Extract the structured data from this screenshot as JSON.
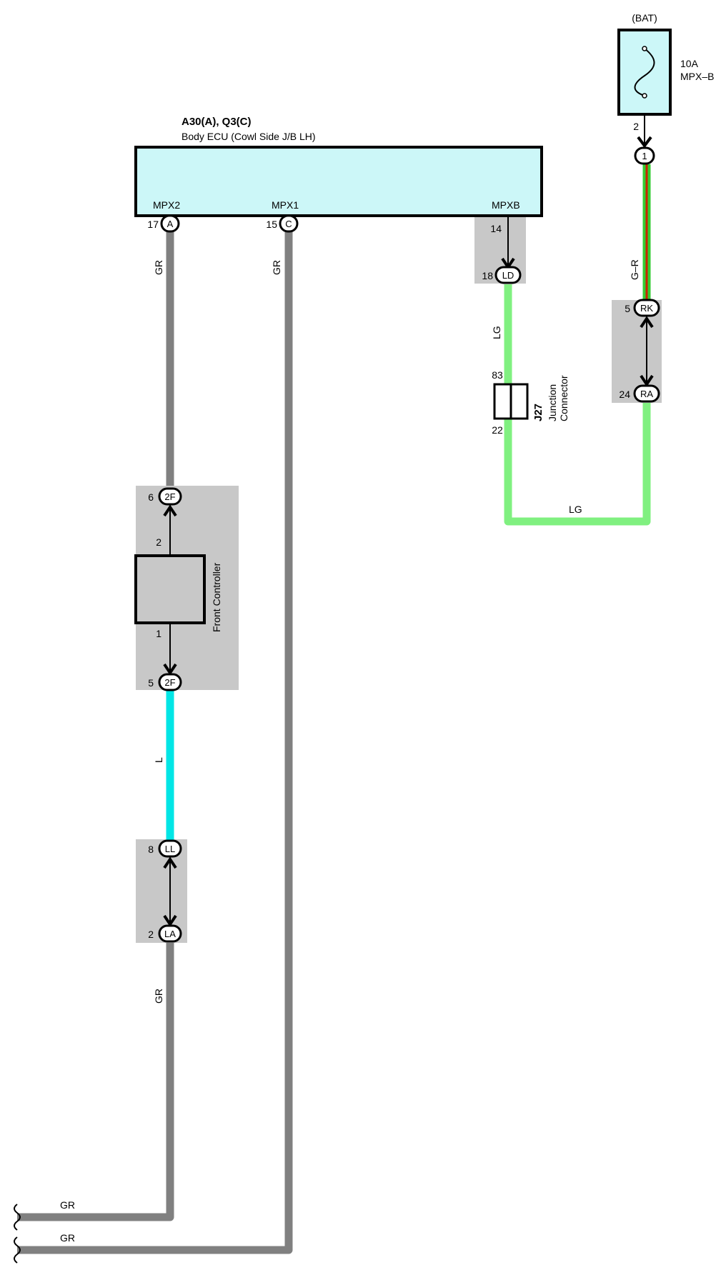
{
  "diagram": {
    "body_ecu": {
      "connector_codes": "A30(A), Q3(C)",
      "name": "Body ECU (Cowl Side J/B LH)",
      "pins": {
        "mpx2": {
          "label": "MPX2",
          "pin": "17",
          "connector": "A"
        },
        "mpx1": {
          "label": "MPX1",
          "pin": "15",
          "connector": "C"
        },
        "mpxb": {
          "label": "MPXB",
          "pin": "14"
        }
      }
    },
    "fuse": {
      "source": "(BAT)",
      "rating": "10A",
      "name": "MPX–B",
      "pin": "2"
    },
    "connectors": {
      "fuse_out": {
        "code": "1"
      },
      "ld": {
        "code": "LD",
        "pin": "18"
      },
      "rk": {
        "code": "RK",
        "pin": "5"
      },
      "ra": {
        "code": "RA",
        "pin": "24"
      },
      "f2_top": {
        "code": "2F",
        "pin": "6"
      },
      "f2_bottom": {
        "code": "2F",
        "pin": "5"
      },
      "ll": {
        "code": "LL",
        "pin": "8"
      },
      "la": {
        "code": "LA",
        "pin": "2"
      }
    },
    "junction": {
      "id": "J27",
      "name_line1": "Junction",
      "name_line2": "Connector",
      "pin_top": "83",
      "pin_bottom": "22"
    },
    "front_controller": {
      "name": "Front Controller",
      "pin_top": "2",
      "pin_bottom": "1"
    },
    "wires": {
      "gr_mpx2_top": "GR",
      "gr_mpx1": "GR",
      "gr_mpx2_bottom": "GR",
      "lg_vertical": "LG",
      "lg_horizontal": "LG",
      "g_r": "G–R",
      "l": "L",
      "gr_out_1": "GR",
      "gr_out_2": "GR"
    },
    "colors": {
      "gr": "#808080",
      "lg": "#80f080",
      "g": "#33cc33",
      "r": "#cc2200",
      "l": "#00e6e6",
      "ecu_fill": "#ccf7f8",
      "shade": "#c8c8c8"
    }
  }
}
